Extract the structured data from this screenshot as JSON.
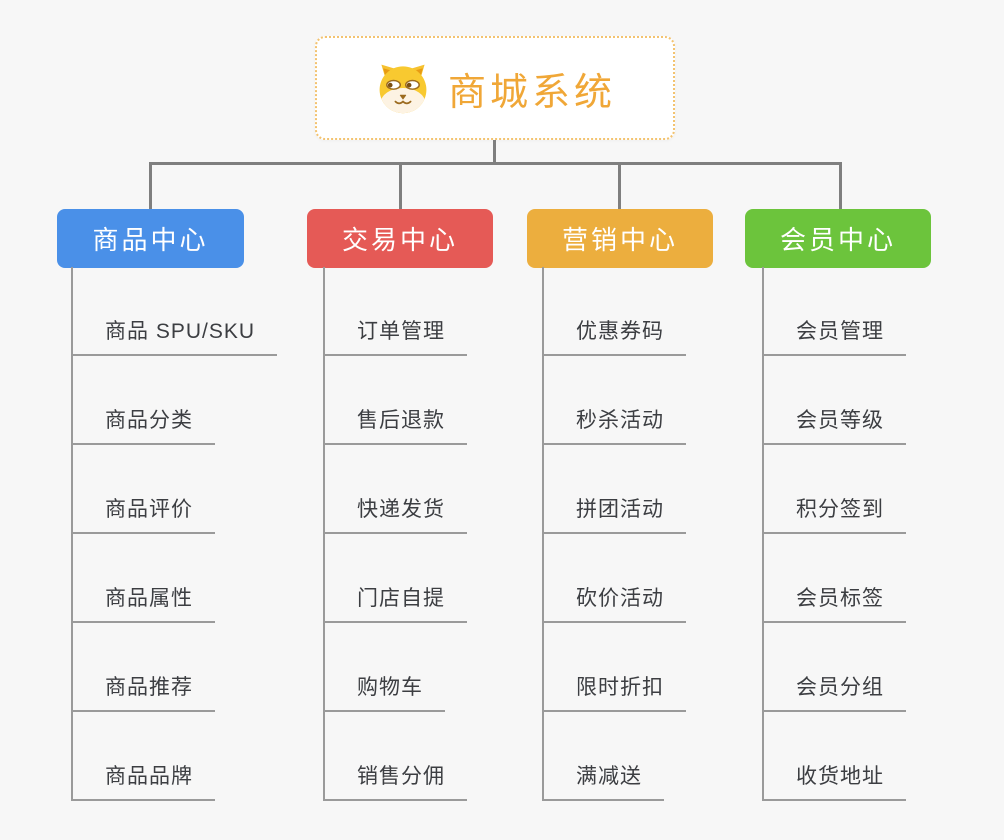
{
  "page": {
    "background_color": "#f7f7f7",
    "connector_color": "#7f7f7f",
    "leaf_line_color": "#9a9a9a"
  },
  "root": {
    "title": "商城系统",
    "icon": "dog-face-icon",
    "title_color": "#f0a737",
    "border_color": "#f3c370"
  },
  "branches": [
    {
      "label": "商品中心",
      "color": "#4a90e8",
      "children": [
        "商品 SPU/SKU",
        "商品分类",
        "商品评价",
        "商品属性",
        "商品推荐",
        "商品品牌"
      ]
    },
    {
      "label": "交易中心",
      "color": "#e55a56",
      "children": [
        "订单管理",
        "售后退款",
        "快递发货",
        "门店自提",
        "购物车",
        "销售分佣"
      ]
    },
    {
      "label": "营销中心",
      "color": "#ecae3e",
      "children": [
        "优惠券码",
        "秒杀活动",
        "拼团活动",
        "砍价活动",
        "限时折扣",
        "满减送"
      ]
    },
    {
      "label": "会员中心",
      "color": "#6cc43c",
      "children": [
        "会员管理",
        "会员等级",
        "积分签到",
        "会员标签",
        "会员分组",
        "收货地址"
      ]
    }
  ]
}
